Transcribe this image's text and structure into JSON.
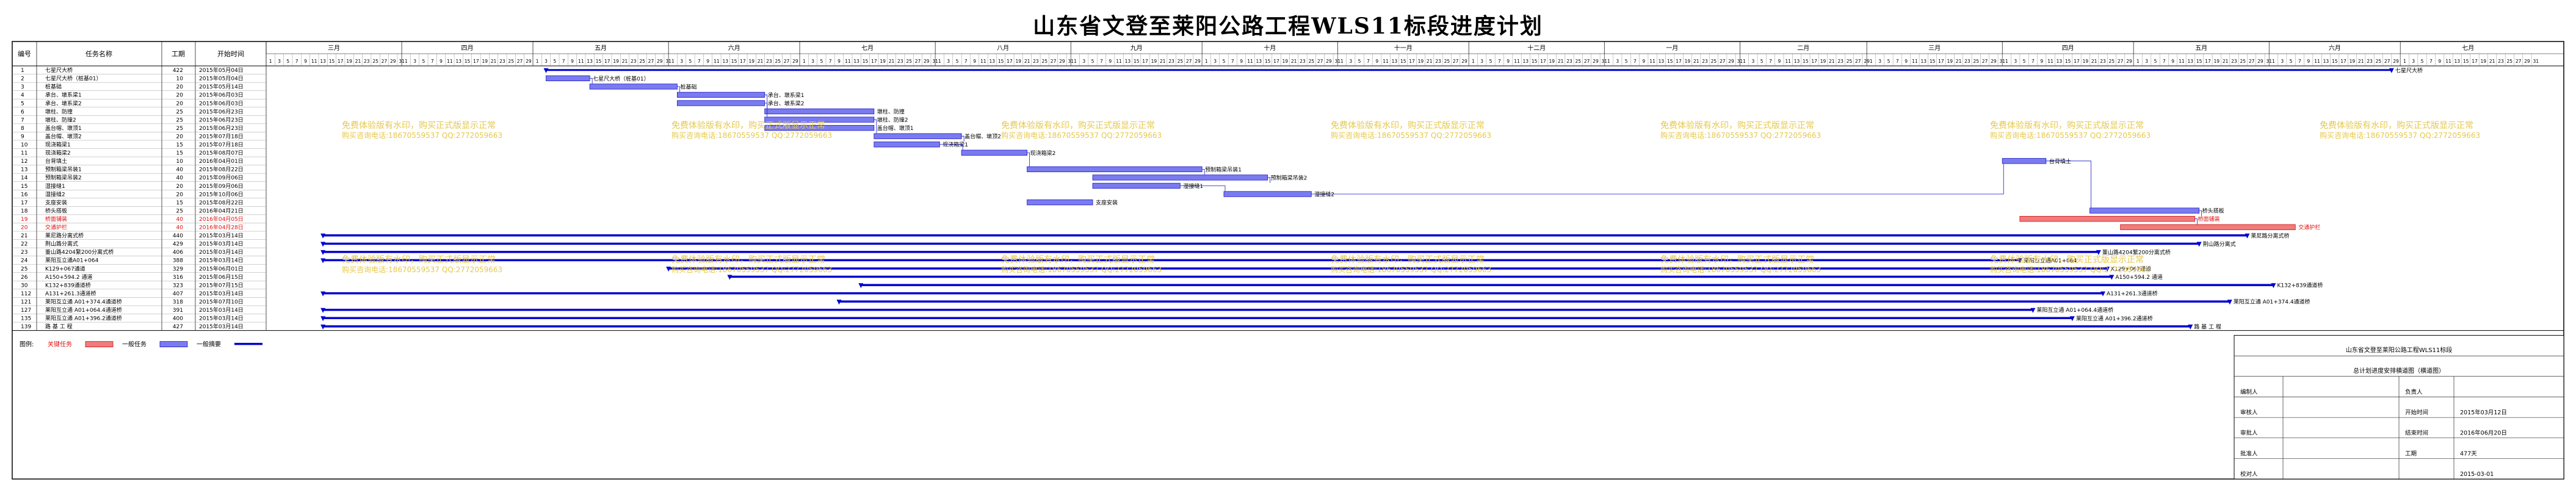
{
  "title": "山东省文登至莱阳公路工程WLS11标段进度计划",
  "columns": [
    "编号",
    "任务名称",
    "工期",
    "开始时间"
  ],
  "months": [
    "三月",
    "四月",
    "五月",
    "六月",
    "七月",
    "八月",
    "九月",
    "十月",
    "十一月",
    "十二月",
    "一月",
    "二月",
    "三月",
    "四月",
    "五月",
    "六月",
    "七月"
  ],
  "tasks": [
    {
      "id": "1",
      "name": "七星尺大桥",
      "dur": "422",
      "start": "2015年05月04日",
      "kind": "milestone",
      "label": "七星尺大桥"
    },
    {
      "id": "2",
      "name": "七星尺大桥（桩基01）",
      "dur": "10",
      "start": "2015年05月04日",
      "kind": "task",
      "label": "七星尺大桥（桩基01）"
    },
    {
      "id": "3",
      "name": "桩基础",
      "dur": "20",
      "start": "2015年05月14日",
      "kind": "task",
      "label": "桩基础"
    },
    {
      "id": "4",
      "name": "承台、墩系梁1",
      "dur": "20",
      "start": "2015年06月03日",
      "kind": "task",
      "label": "承台、墩系梁1"
    },
    {
      "id": "5",
      "name": "承台、墩系梁2",
      "dur": "20",
      "start": "2015年06月03日",
      "kind": "task",
      "label": "承台、墩系梁2"
    },
    {
      "id": "6",
      "name": "墩柱、防撞",
      "dur": "25",
      "start": "2015年06月23日",
      "kind": "task",
      "label": "墩柱、防撞"
    },
    {
      "id": "7",
      "name": "墩柱、防撞2",
      "dur": "25",
      "start": "2015年06月23日",
      "kind": "task",
      "label": "墩柱、防撞2"
    },
    {
      "id": "8",
      "name": "盖台帽、墩顶1",
      "dur": "25",
      "start": "2015年06月23日",
      "kind": "task",
      "label": "盖台帽、墩顶1"
    },
    {
      "id": "9",
      "name": "盖台帽、墩顶2",
      "dur": "20",
      "start": "2015年07月18日",
      "kind": "task",
      "label": "盖台帽、墩顶2"
    },
    {
      "id": "10",
      "name": "现浇箱梁1",
      "dur": "15",
      "start": "2015年07月18日",
      "kind": "task",
      "label": "现浇箱梁1"
    },
    {
      "id": "11",
      "name": "现浇箱梁2",
      "dur": "15",
      "start": "2015年08月07日",
      "kind": "task",
      "label": "现浇箱梁2"
    },
    {
      "id": "12",
      "name": "台背填土",
      "dur": "10",
      "start": "2016年04月01日",
      "kind": "task",
      "label": "台背填土"
    },
    {
      "id": "13",
      "name": "预制箱梁吊装1",
      "dur": "40",
      "start": "2015年08月22日",
      "kind": "task",
      "label": "预制箱梁吊装1"
    },
    {
      "id": "14",
      "name": "预制箱梁吊装2",
      "dur": "40",
      "start": "2015年09月06日",
      "kind": "task",
      "label": "预制箱梁吊装2"
    },
    {
      "id": "15",
      "name": "湿接缝1",
      "dur": "20",
      "start": "2015年09月06日",
      "kind": "task",
      "label": "湿接缝1"
    },
    {
      "id": "16",
      "name": "湿接缝2",
      "dur": "20",
      "start": "2015年10月06日",
      "kind": "task",
      "label": "湿接缝2"
    },
    {
      "id": "17",
      "name": "支座安装",
      "dur": "15",
      "start": "2015年08月22日",
      "kind": "task",
      "label": "支座安装"
    },
    {
      "id": "18",
      "name": "桥头搭板",
      "dur": "25",
      "start": "2016年04月21日",
      "kind": "task",
      "label": "桥头搭板"
    },
    {
      "id": "19",
      "name": "桥面铺装",
      "dur": "40",
      "start": "2016年04月05日",
      "kind": "crit",
      "label": "桥面铺装"
    },
    {
      "id": "20",
      "name": "交通护栏",
      "dur": "40",
      "start": "2016年04月28日",
      "kind": "crit",
      "label": "交通护栏"
    },
    {
      "id": "21",
      "name": "莱尼路分离式桥",
      "dur": "440",
      "start": "2015年03月14日",
      "kind": "summary",
      "label": "莱尼路分离式桥"
    },
    {
      "id": "22",
      "name": "荆山路分离式",
      "dur": "429",
      "start": "2015年03月14日",
      "kind": "summary",
      "label": "荆山路分离式"
    },
    {
      "id": "23",
      "name": "董山路4204繁200分离式桥",
      "dur": "406",
      "start": "2015年03月14日",
      "kind": "summary",
      "label": "董山路4204繁200分离式桥"
    },
    {
      "id": "24",
      "name": "莱阳互立通A01+064",
      "dur": "388",
      "start": "2015年03月14日",
      "kind": "summary",
      "label": "莱阳互立通A01+064"
    },
    {
      "id": "25",
      "name": "K129+067通道",
      "dur": "329",
      "start": "2015年06月01日",
      "kind": "summary",
      "label": "K129+067通道"
    },
    {
      "id": "26",
      "name": "A150+594.2 通道",
      "dur": "316",
      "start": "2015年06月15日",
      "kind": "summary",
      "label": "A150+594.2 通道"
    },
    {
      "id": "30",
      "name": "K132+839通道桥",
      "dur": "323",
      "start": "2015年07月15日",
      "kind": "summary",
      "label": "K132+839通道桥"
    },
    {
      "id": "112",
      "name": "A131+261.3通道桥",
      "dur": "407",
      "start": "2015年03月14日",
      "kind": "summary",
      "label": "A131+261.3通道桥"
    },
    {
      "id": "121",
      "name": "莱阳互立通 A01+374.4通道桥",
      "dur": "318",
      "start": "2015年07月10日",
      "kind": "summary",
      "label": "莱阳互立通 A01+374.4通道桥"
    },
    {
      "id": "127",
      "name": "莱阳互立通 A01+064.4通道桥",
      "dur": "391",
      "start": "2015年03月14日",
      "kind": "summary",
      "label": "莱阳互立通 A01+064.4通道桥"
    },
    {
      "id": "135",
      "name": "莱阳互立通 A01+396.2通道桥",
      "dur": "400",
      "start": "2015年03月14日",
      "kind": "summary",
      "label": "莱阳互立通 A01+396.2通道桥"
    },
    {
      "id": "139",
      "name": "路 基 工 程",
      "dur": "427",
      "start": "2015年03月14日",
      "kind": "summary",
      "label": "路 基 工 程"
    }
  ],
  "legend": {
    "label": "图例:",
    "crit": "关键任务",
    "task": "一般任务",
    "summary": "一般摘要"
  },
  "watermark": {
    "line1": "免费体验版有水印，购买正式版显示正常",
    "line2": "购买咨询电话:18670559537 QQ:2772059663"
  },
  "titleblock": {
    "company": "山东省文登至莱阳公路工程WLS11标段",
    "subtitle": "总计划进度安排横道图（横道图）",
    "rows": [
      {
        "a": "编制人",
        "b": "",
        "c": "负责人",
        "d": ""
      },
      {
        "a": "审核人",
        "b": "",
        "c": "开始时间",
        "d": "2015年03月12日"
      },
      {
        "a": "审批人",
        "b": "",
        "c": "结束时间",
        "d": "2016年06月20日"
      },
      {
        "a": "批准人",
        "b": "",
        "c": "工期",
        "d": "477天"
      },
      {
        "a": "校对人",
        "b": "",
        "c": "",
        "d": "2015-03-01"
      }
    ]
  },
  "colors": {
    "task": "#7b7bf0",
    "taskBorder": "#1a1ac8",
    "crit": "#f07b7b",
    "critBorder": "#d01010",
    "summary": "#0000d0",
    "link": "#1a1ac8",
    "watermark": "#e6c84a",
    "critText": "#e01010"
  }
}
